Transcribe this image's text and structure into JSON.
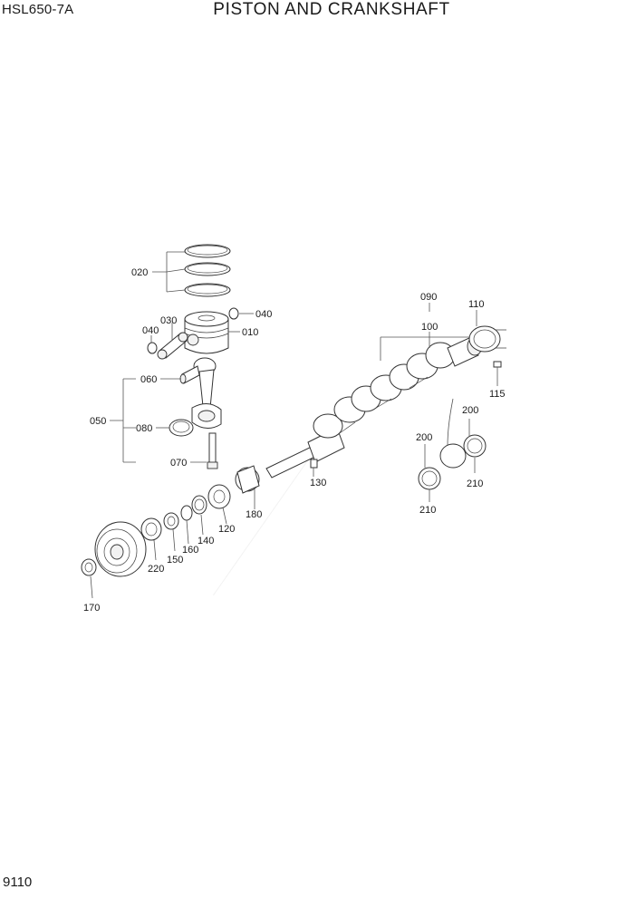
{
  "header": {
    "model_code": "HSL650-7A",
    "title": "PISTON AND CRANKSHAFT"
  },
  "footer": {
    "page_number": "9110"
  },
  "callouts": {
    "c010": "010",
    "c020": "020",
    "c030": "030",
    "c040a": "040",
    "c040b": "040",
    "c050": "050",
    "c060": "060",
    "c070": "070",
    "c080": "080",
    "c090": "090",
    "c100": "100",
    "c110": "110",
    "c115": "115",
    "c120": "120",
    "c130": "130",
    "c140": "140",
    "c150": "150",
    "c160": "160",
    "c170": "170",
    "c180": "180",
    "c200a": "200",
    "c200b": "200",
    "c210a": "210",
    "c210b": "210",
    "c220": "220"
  }
}
